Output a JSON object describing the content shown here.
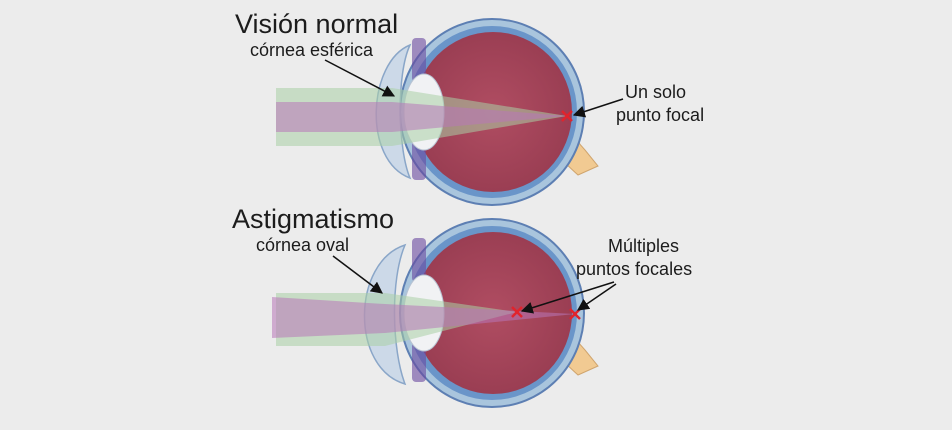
{
  "normal": {
    "title": "Visión normal",
    "cornea_label": "córnea esférica",
    "focal_label_line1": "Un solo",
    "focal_label_line2": "punto focal"
  },
  "astigmatism": {
    "title": "Astigmatismo",
    "cornea_label": "córnea oval",
    "focal_label_line1": "Múltiples",
    "focal_label_line2": "puntos focales"
  },
  "colors": {
    "background": "#ececec",
    "sclera_outer": "#a9c5dd",
    "sclera_line": "#5d7fb3",
    "choroid": "#6a95c9",
    "eye_interior": "#a8465b",
    "lens": "#f1f2f4",
    "cornea": "#c7d6e8",
    "optic_nerve": "#f1ca92",
    "beam_green": "#a9cfa5",
    "beam_purple": "#b876b8",
    "focal_mark": "#e0242d",
    "arrow": "#111111"
  },
  "icons": {
    "focal_point": "x-mark"
  }
}
